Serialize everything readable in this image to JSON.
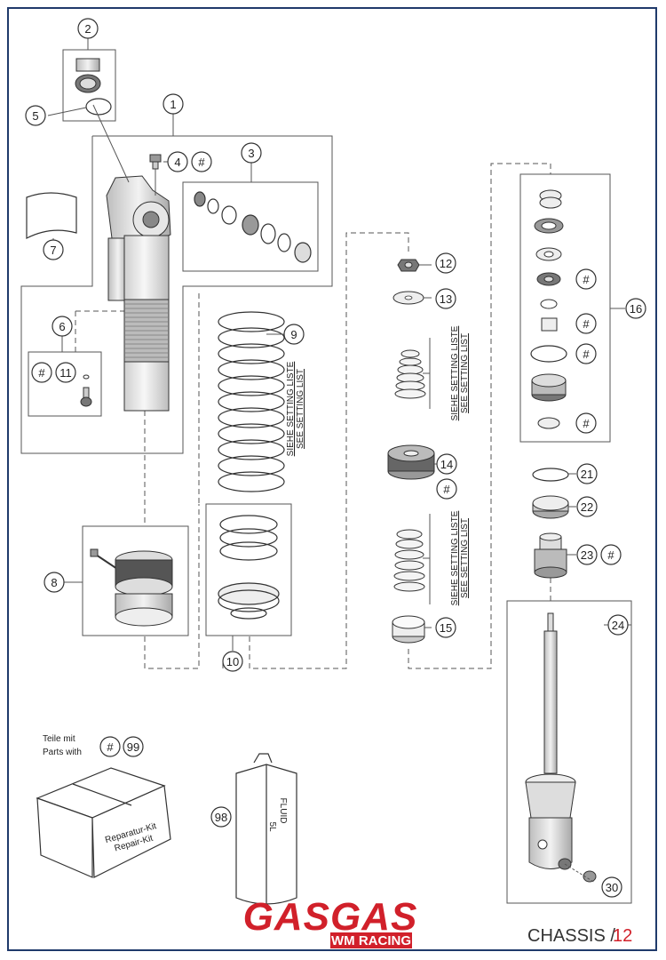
{
  "callouts": {
    "c1": "1",
    "c2": "2",
    "c3": "3",
    "c4": "4",
    "c5": "5",
    "c6": "6",
    "c7": "7",
    "c8": "8",
    "c9": "9",
    "c10": "10",
    "c11": "11",
    "c12": "12",
    "c13": "13",
    "c14": "14",
    "c15": "15",
    "c16": "16",
    "c21": "21",
    "c22": "22",
    "c23": "23",
    "c24": "24",
    "c30": "30",
    "c98": "98",
    "c99": "99"
  },
  "hash_mark": "#",
  "setting_list": {
    "line_de": "SIEHE SETTING LISTE",
    "line_en": "SEE SETTING LIST"
  },
  "parts_with": {
    "line_de": "Teile mit",
    "line_en": "Parts with"
  },
  "repair_kit": {
    "line1": "Reparatur-Kit",
    "line2": "Repair-Kit"
  },
  "fluid_can": {
    "line1": "FLUID",
    "line2": "5L"
  },
  "brand": {
    "name": "GASGAS",
    "sub": "WM RACING",
    "color": "#d1202a"
  },
  "footer": {
    "section": "CHASSIS / ",
    "page": "12"
  },
  "colors": {
    "frame": "#1f3a6b",
    "line": "#555555"
  }
}
